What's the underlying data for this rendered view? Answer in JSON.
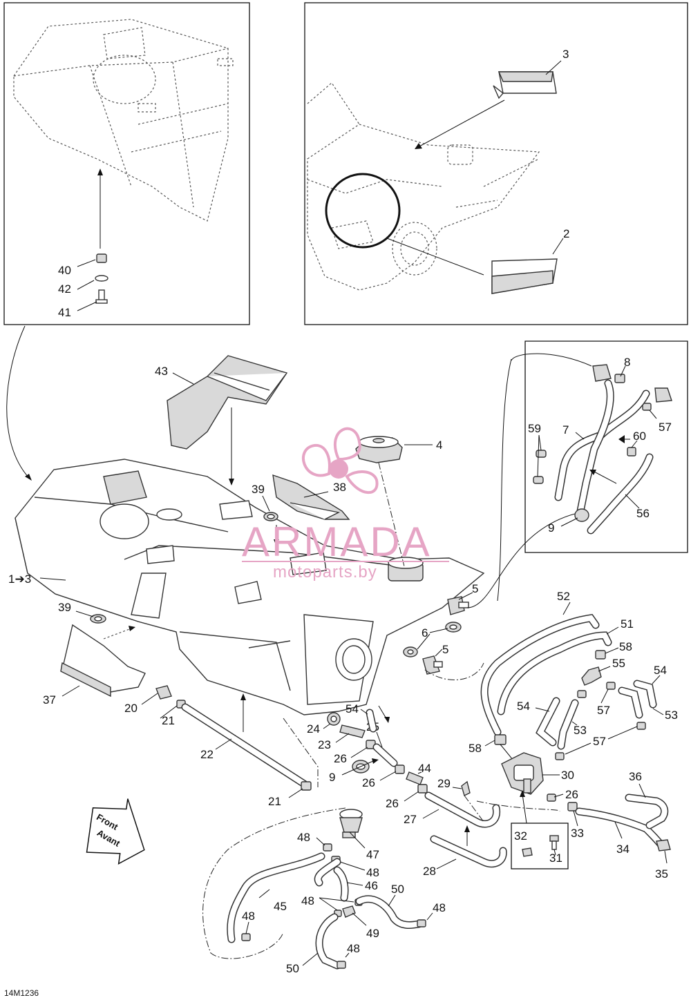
{
  "diagram_ref": "14M1236",
  "watermark": {
    "brand": "ARMADA",
    "subtitle": "motoparts.by"
  },
  "front_label": {
    "line1": "Front",
    "line2": "Avant"
  },
  "callouts": {
    "c1": "1➔3",
    "c2": "2",
    "c3": "3",
    "c4": "4",
    "c5a": "5",
    "c5b": "5",
    "c6": "6",
    "c7": "7",
    "c8": "8",
    "c9a": "9",
    "c9b": "9",
    "c20": "20",
    "c21a": "21",
    "c21b": "21",
    "c22": "22",
    "c23": "23",
    "c24": "24",
    "c25": "25",
    "c26a": "26",
    "c26b": "26",
    "c26c": "26",
    "c26d": "26",
    "c27": "27",
    "c28": "28",
    "c29": "29",
    "c30": "30",
    "c31": "31",
    "c32": "32",
    "c33": "33",
    "c34": "34",
    "c35": "35",
    "c36": "36",
    "c37": "37",
    "c38": "38",
    "c39a": "39",
    "c39b": "39",
    "c40": "40",
    "c41": "41",
    "c42": "42",
    "c43": "43",
    "c44": "44",
    "c45": "45",
    "c46": "46",
    "c47": "47",
    "c48a": "48",
    "c48b": "48",
    "c48c": "48",
    "c48d": "48",
    "c48e": "48",
    "c48f": "48",
    "c49": "49",
    "c50a": "50",
    "c50b": "50",
    "c51": "51",
    "c52": "52",
    "c53a": "53",
    "c53b": "53",
    "c54a": "54",
    "c54b": "54",
    "c54c": "54",
    "c55": "55",
    "c56": "56",
    "c57a": "57",
    "c57b": "57",
    "c57c": "57",
    "c58a": "58",
    "c58b": "58",
    "c59": "59",
    "c60": "60"
  }
}
